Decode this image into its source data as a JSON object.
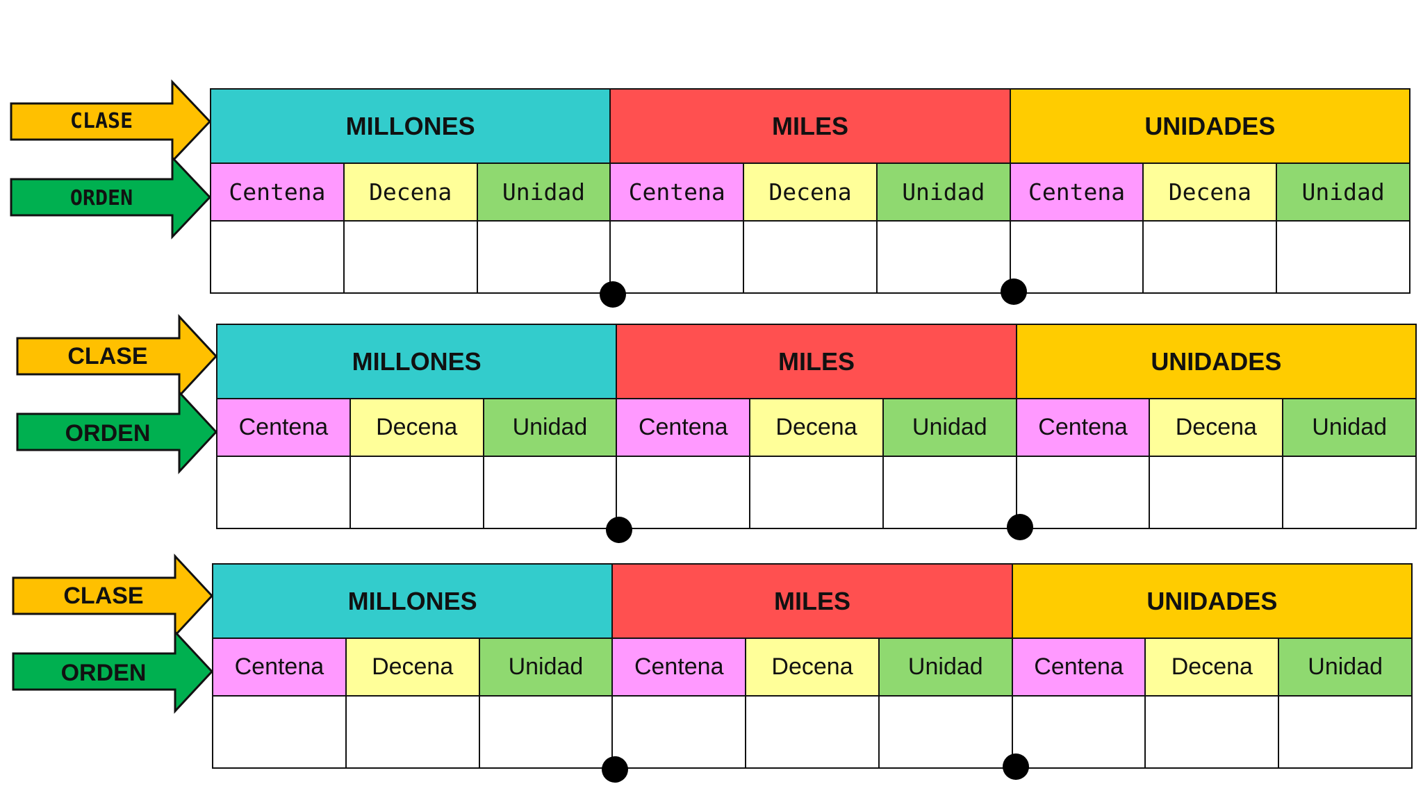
{
  "colors": {
    "millones": "#33cccc",
    "miles": "#ff5050",
    "unidades": "#ffcc00",
    "centena": "#ff99ff",
    "decena": "#ffff99",
    "unidad": "#8fd970",
    "clase_arrow": "#ffc000",
    "orden_arrow": "#00b050"
  },
  "arrows": {
    "clase": "CLASE",
    "orden": "ORDEN"
  },
  "classes": [
    "MILLONES",
    "MILES",
    "UNIDADES"
  ],
  "orders": [
    "Centena",
    "Decena",
    "Unidad",
    "Centena",
    "Decena",
    "Unidad",
    "Centena",
    "Decena",
    "Unidad"
  ]
}
